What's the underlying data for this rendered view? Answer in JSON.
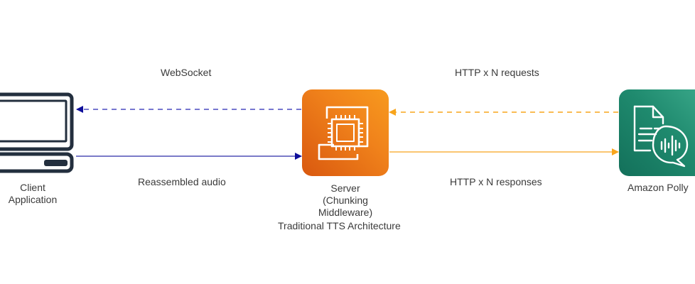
{
  "diagram": {
    "caption": "Traditional TTS Architecture",
    "nodes": {
      "client": {
        "label_line1": "Client",
        "label_line2": "Application",
        "icon": "laptop-icon"
      },
      "server": {
        "label_line1": "Server",
        "label_line2": "(Chunking",
        "label_line3": "Middleware)",
        "icon": "ec2-chip-icon",
        "color": "#ed7100"
      },
      "polly": {
        "label": "Amazon Polly",
        "icon": "polly-document-speech-icon",
        "color": "#1b7f65"
      }
    },
    "edges": {
      "websocket": {
        "label": "WebSocket",
        "from": "server",
        "to": "client",
        "style": "dashed",
        "color": "#3f3fbf"
      },
      "reassembled": {
        "label": "Reassembled audio",
        "from": "client",
        "to": "server",
        "style": "solid",
        "color": "#2a2aa8"
      },
      "http_requests": {
        "label": "HTTP x N requests",
        "from": "polly",
        "to": "server",
        "style": "dashed",
        "color": "#f8a51c"
      },
      "http_responses": {
        "label": "HTTP x N responses",
        "from": "server",
        "to": "polly",
        "style": "solid",
        "color": "#f8a51c"
      }
    }
  }
}
